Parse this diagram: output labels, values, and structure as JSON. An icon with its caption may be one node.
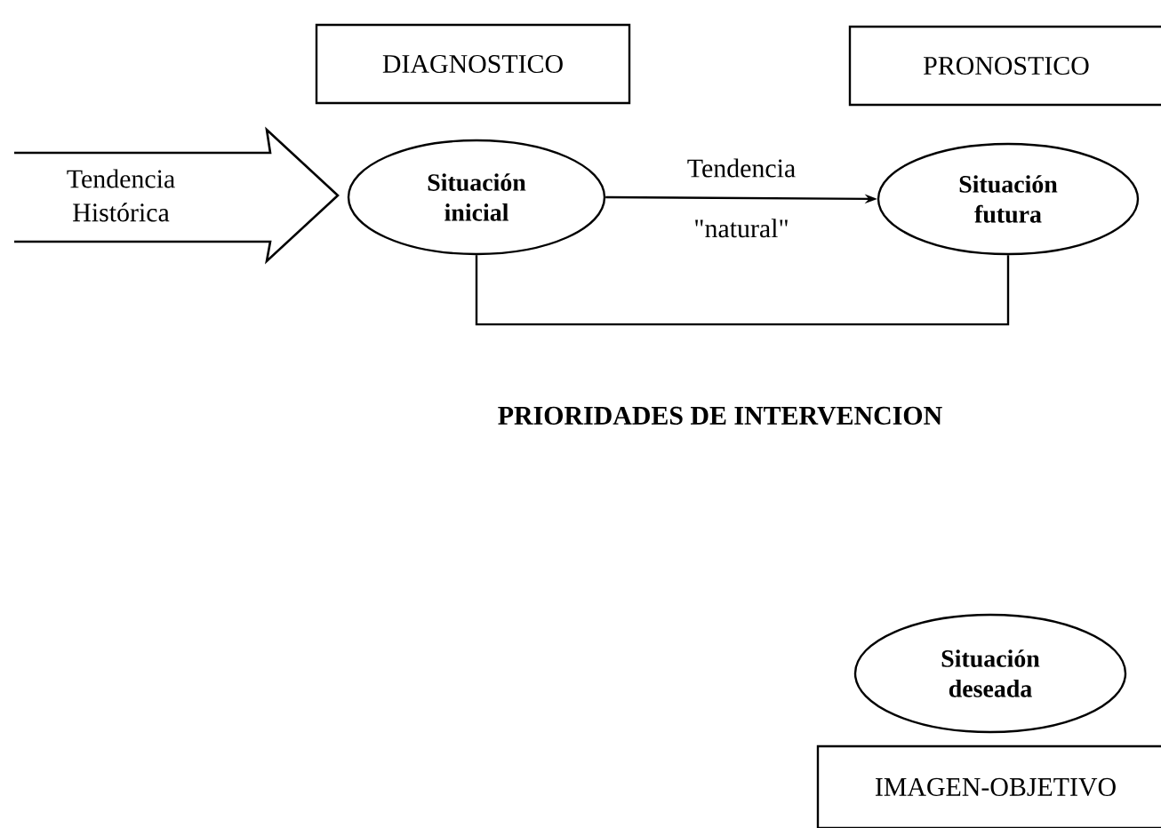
{
  "diagram": {
    "nodes": [
      {
        "text": [
          "DIAGNOSTICO"
        ]
      },
      {
        "text": [
          "PRONOSTICO"
        ]
      },
      {
        "text": [
          "Tendencia Histórica"
        ]
      },
      {
        "text": [
          "Situación inicial"
        ]
      },
      {
        "text": [
          "Situación futura"
        ]
      },
      {
        "text": [
          "Situación deseada"
        ]
      },
      {
        "text": [
          "IMAGEN-OBJETIVO"
        ]
      }
    ],
    "edges": [
      {
        "from": 3,
        "to": 4,
        "arrow": "to",
        "label": "Tendencia \"natural\""
      },
      {
        "from": 3,
        "to": 4,
        "arrow": "none"
      }
    ],
    "labels": [
      "PRIORIDADES DE INTERVENCION"
    ]
  }
}
